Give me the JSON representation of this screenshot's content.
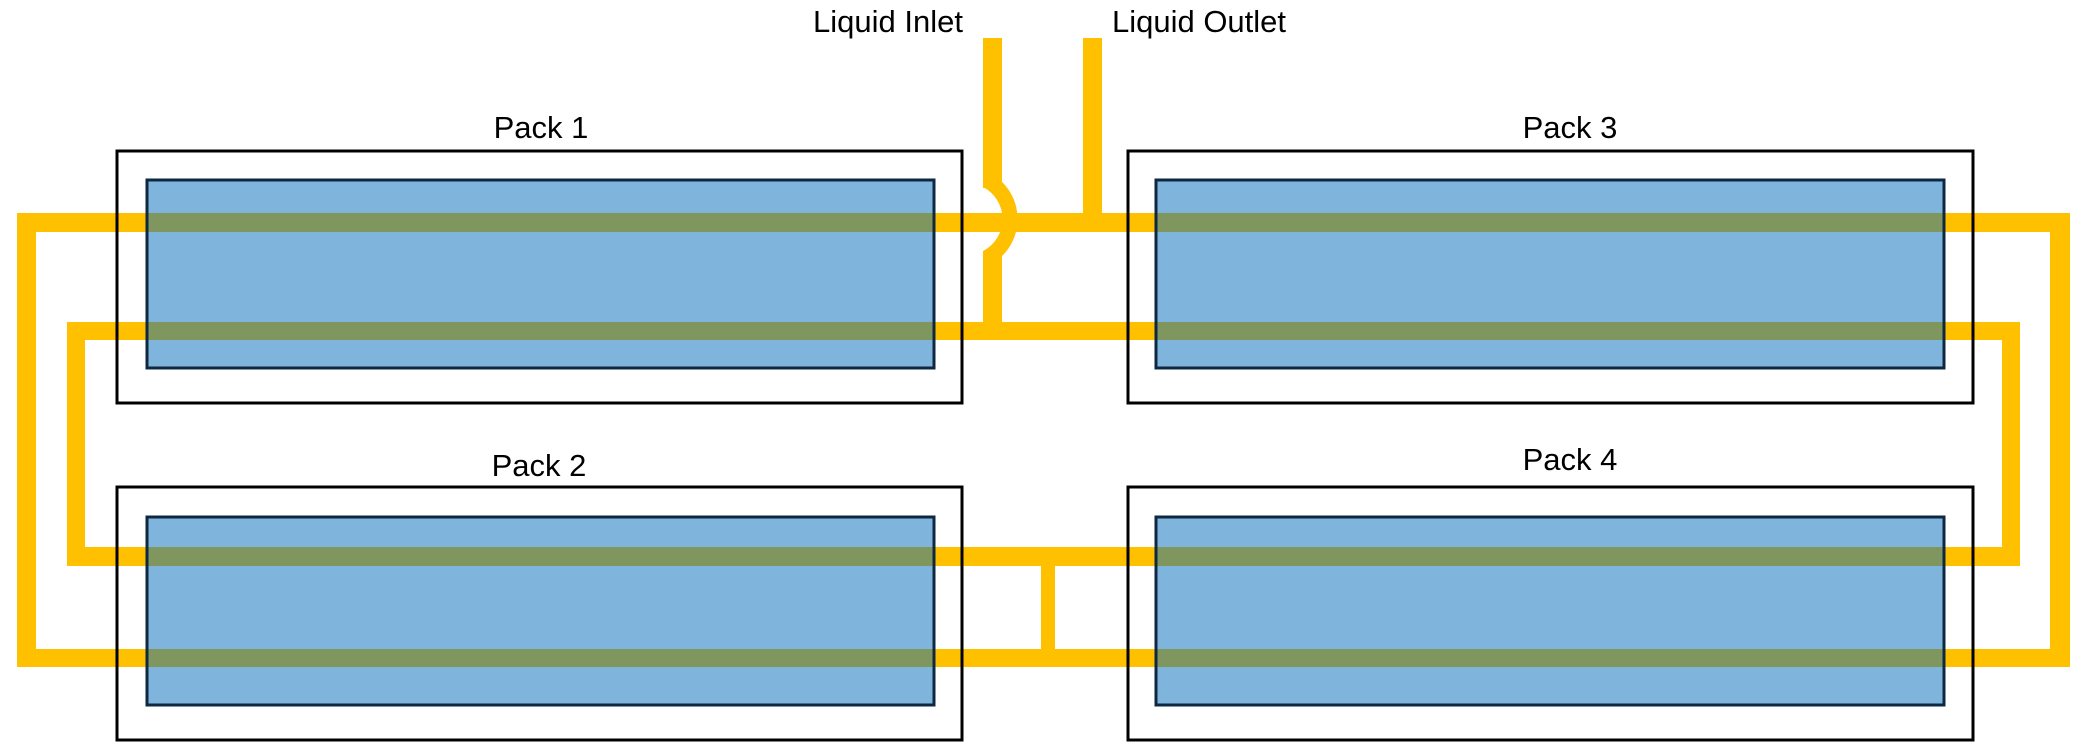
{
  "title": "Battery pack liquid cooling loop",
  "labels": {
    "inlet": "Liquid Inlet",
    "outlet": "Liquid Outlet"
  },
  "packs": [
    {
      "id": "pack1",
      "label": "Pack 1"
    },
    {
      "id": "pack2",
      "label": "Pack 2"
    },
    {
      "id": "pack3",
      "label": "Pack 3"
    },
    {
      "id": "pack4",
      "label": "Pack 4"
    }
  ],
  "colors": {
    "coolant_pipe": "#FFC000",
    "battery_cell": "#7FB5DD",
    "pipe_over_cell": "#7F965E",
    "cell_border": "#0E2841",
    "pack_border": "#000000"
  }
}
